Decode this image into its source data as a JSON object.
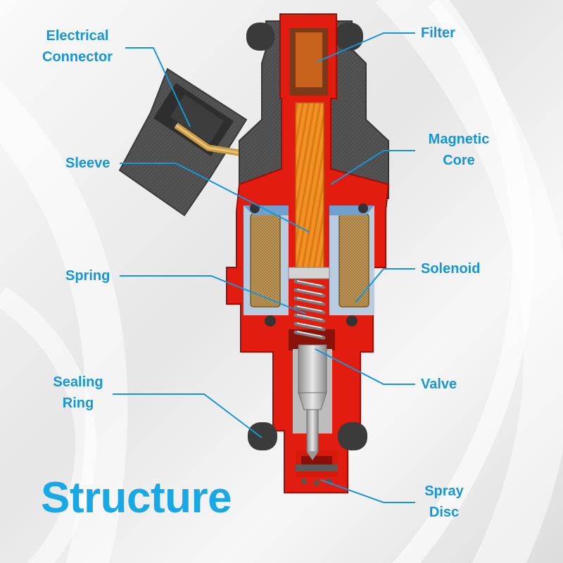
{
  "title": "Structure",
  "labels": {
    "electrical_connector": [
      "Electrical",
      "Connector"
    ],
    "sleeve": "Sleeve",
    "spring": "Spring",
    "sealing_ring": [
      "Sealing",
      "Ring"
    ],
    "filter": "Filter",
    "magnetic_core": [
      "Magnetic",
      "Core"
    ],
    "solenoid": "Solenoid",
    "valve": "Valve",
    "spray_disc": [
      "Spray",
      "Disc"
    ]
  },
  "colors": {
    "label_text": "#1596d6",
    "leader_line": "#1596d6",
    "body_red": "#e21c0f",
    "housing_gray": "#4b4b4b",
    "core_orange": "#f08a24",
    "coil_tan": "#c39a55",
    "bobbin_blue": "#6f9fcf",
    "valve_silver": "#c8c8c8"
  }
}
